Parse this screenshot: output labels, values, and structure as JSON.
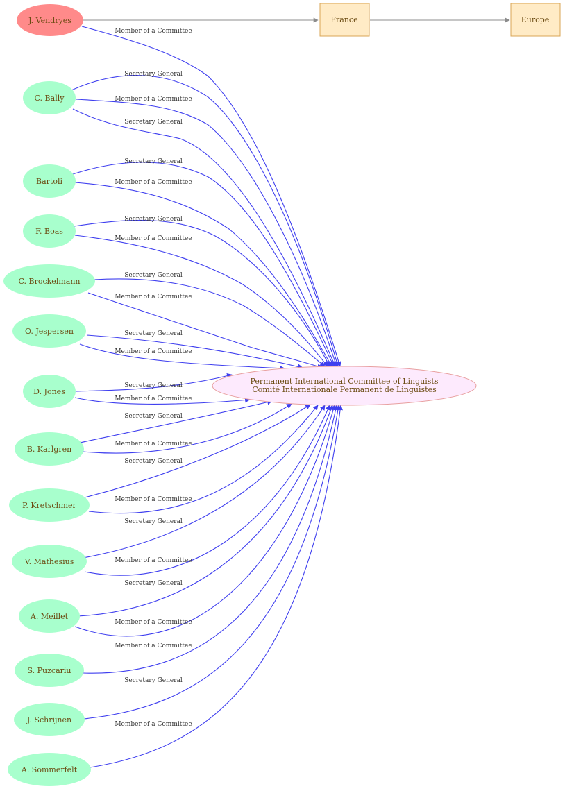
{
  "colors": {
    "person_fill": "#a8ffcd",
    "highlight_fill": "#ff8a8a",
    "committee_fill": "#fdeafd",
    "committee_stroke": "#e8a0a0",
    "place_fill": "#ffebc6",
    "place_stroke": "#d9a655",
    "edge_blue": "#3f3fef",
    "edge_gray": "#8c8c8c",
    "node_text": "#6b4b12"
  },
  "nodes": {
    "vendryes": "J. Vendryes",
    "bally": "C. Bally",
    "bartoli": "Bartoli",
    "boas": "F. Boas",
    "brockelmann": "C. Brockelmann",
    "jespersen": "O. Jespersen",
    "jones": "D. Jones",
    "karlgren": "B. Karlgren",
    "kretschmer": "P. Kretschmer",
    "mathesius": "V. Mathesius",
    "meillet": "A. Meillet",
    "puzcariu": "S. Puzcariu",
    "schrijnen": "J. Schrijnen",
    "sommerfelt": "A. Sommerfelt",
    "committee_line1": "Permanent International Committee of Linguists",
    "committee_line2": "Comité Internationale Permanent de Linguistes",
    "france": "France",
    "europe": "Europe"
  },
  "edge_labels": {
    "member": "Member of a Committee",
    "secretary": "Secretary General"
  }
}
